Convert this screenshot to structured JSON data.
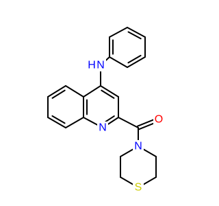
{
  "molecule": {
    "atoms": {
      "n_amine": {
        "text": "N",
        "color": "#0000FF"
      },
      "h_amine": {
        "text": "H",
        "color": "#0000FF"
      },
      "n_ring": {
        "text": "N",
        "color": "#0000FF"
      },
      "o_carbonyl": {
        "text": "O",
        "color": "#FF0000"
      },
      "n_amide": {
        "text": "N",
        "color": "#0000FF"
      },
      "s_ring": {
        "text": "S",
        "color": "#CCCC00"
      }
    }
  }
}
